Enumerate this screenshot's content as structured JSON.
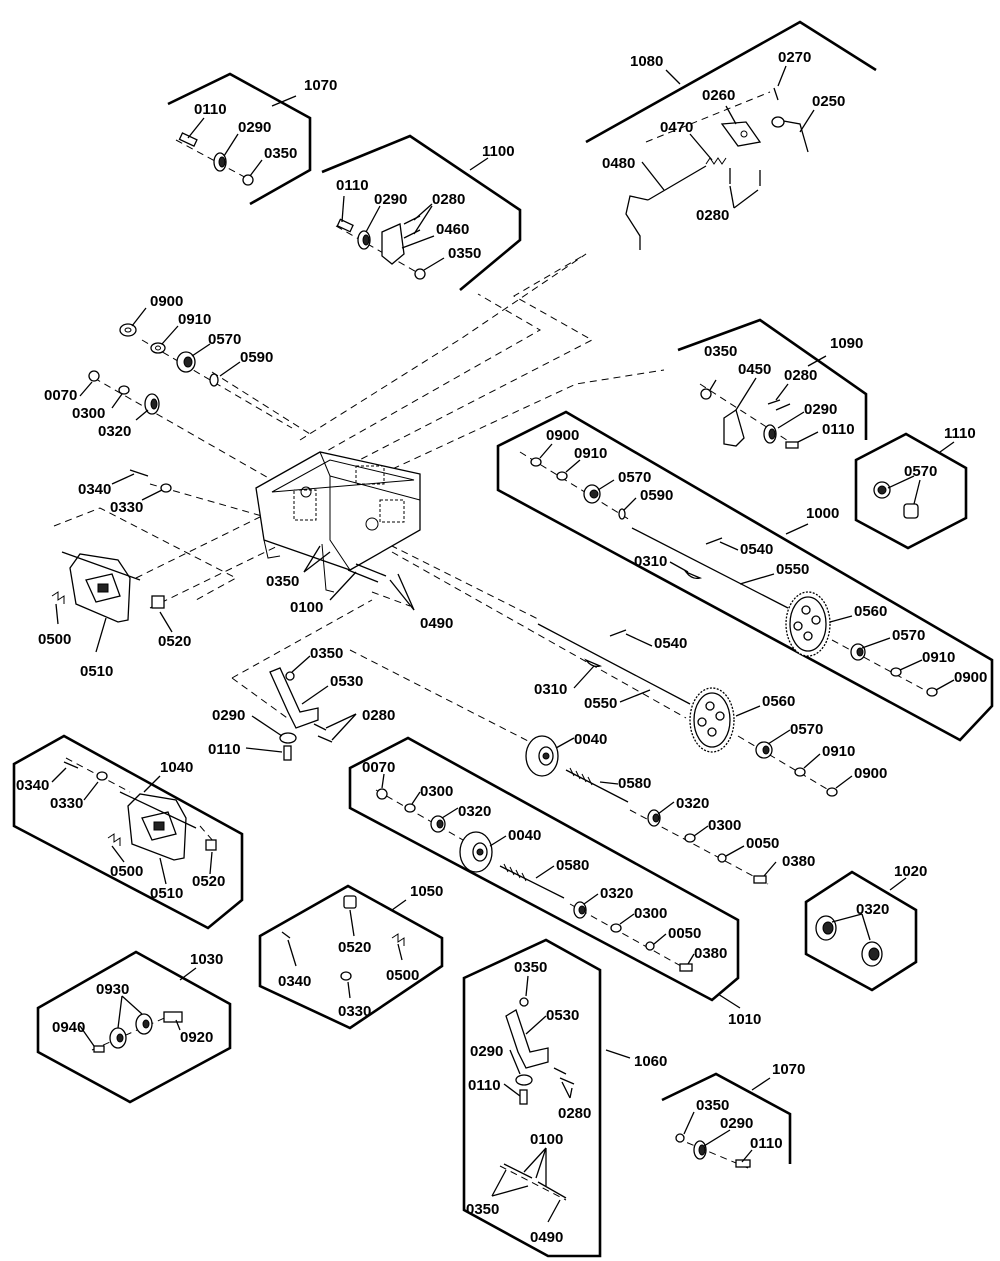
{
  "labels": {
    "l1070a": "1070",
    "l0110a": "0110",
    "l0290a": "0290",
    "l0350a": "0350",
    "l1100": "1100",
    "l0110b": "0110",
    "l0290b": "0290",
    "l0280a": "0280",
    "l0460": "0460",
    "l0350b": "0350",
    "l1080": "1080",
    "l0270": "0270",
    "l0260": "0260",
    "l0250": "0250",
    "l0470": "0470",
    "l0480": "0480",
    "l0280b": "0280",
    "l0900a": "0900",
    "l0910a": "0910",
    "l0570a": "0570",
    "l0590a": "0590",
    "l0070a": "0070",
    "l0300a": "0300",
    "l0320a": "0320",
    "l0340a": "0340",
    "l0330a": "0330",
    "l0350c": "0350",
    "l0100a": "0100",
    "l0490a": "0490",
    "l0500a": "0500",
    "l0510a": "0510",
    "l0520a": "0520",
    "l1090": "1090",
    "l0350d": "0350",
    "l0450": "0450",
    "l0280c": "0280",
    "l0290c": "0290",
    "l0110c": "0110",
    "l1110": "1110",
    "l0570b": "0570",
    "l1000": "1000",
    "l0900b": "0900",
    "l0910b": "0910",
    "l0570c": "0570",
    "l0590b": "0590",
    "l0540a": "0540",
    "l0310a": "0310",
    "l0550a": "0550",
    "l0560a": "0560",
    "l0570d": "0570",
    "l0910c": "0910",
    "l0900c": "0900",
    "l0540b": "0540",
    "l0310b": "0310",
    "l0550b": "0550",
    "l0560b": "0560",
    "l0570e": "0570",
    "l0910d": "0910",
    "l0900d": "0900",
    "l0350e": "0350",
    "l0530a": "0530",
    "l0290d": "0290",
    "l0280d": "0280",
    "l0110d": "0110",
    "l0040a": "0040",
    "l1040": "1040",
    "l0340b": "0340",
    "l0330b": "0330",
    "l0500b": "0500",
    "l0510b": "0510",
    "l0520b": "0520",
    "l0070b": "0070",
    "l0300b": "0300",
    "l0320b": "0320",
    "l0040b": "0040",
    "l0580a": "0580",
    "l0320c": "0320",
    "l0300c": "0300",
    "l0050a": "0050",
    "l0380a": "0380",
    "l0580b": "0580",
    "l0320d": "0320",
    "l0300d": "0300",
    "l0050b": "0050",
    "l0380b": "0380",
    "l1010": "1010",
    "l1020": "1020",
    "l0320e": "0320",
    "l1050": "1050",
    "l0520c": "0520",
    "l0340c": "0340",
    "l0500c": "0500",
    "l0330c": "0330",
    "l1030": "1030",
    "l0930": "0930",
    "l0940": "0940",
    "l0920": "0920",
    "l0350f": "0350",
    "l0530b": "0530",
    "l0290e": "0290",
    "l0110e": "0110",
    "l0280e": "0280",
    "l1060": "1060",
    "l0100b": "0100",
    "l0350g": "0350",
    "l0490b": "0490",
    "l1070b": "1070",
    "l0350h": "0350",
    "l0290f": "0290",
    "l0110f": "0110"
  },
  "colors": {
    "line": "#000000",
    "background": "#ffffff"
  }
}
